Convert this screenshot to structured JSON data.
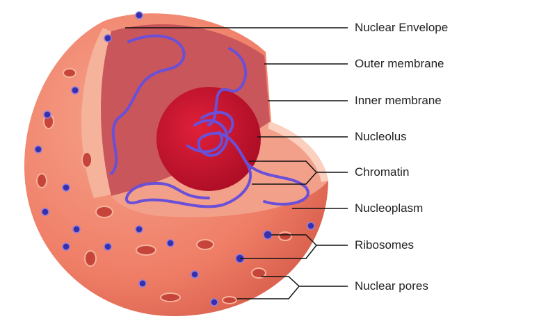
{
  "labels": {
    "nuclear_envelope": "Nuclear Envelope",
    "outer_membrane": "Outer membrane",
    "inner_membrane": "Inner membrane",
    "nucleolus": "Nucleolus",
    "chromatin": "Chromatin",
    "nucleoplasm": "Nucleoplasm",
    "ribosomes": "Ribosomes",
    "nuclear_pores": "Nuclear pores"
  },
  "colors": {
    "envelope": "#ef7d66",
    "interior": "#c9565a",
    "nucleoplasm_floor": "#f2a08a",
    "nucleolus": "#c8102e",
    "chromatin": "#6a4fd8",
    "ribosome": "#3a2fa8",
    "leader_line": "#111111"
  }
}
